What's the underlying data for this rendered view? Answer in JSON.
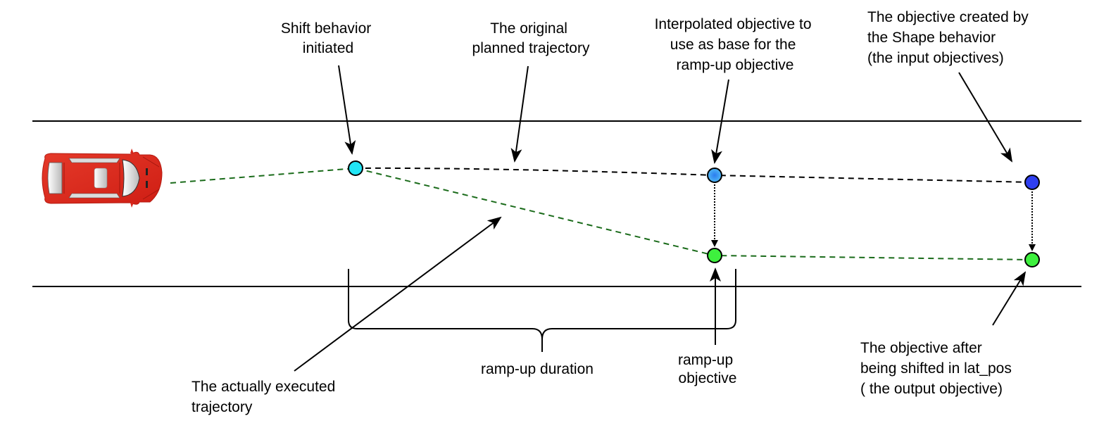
{
  "diagram": {
    "type": "lane-shift-trajectory-diagram",
    "colors": {
      "road_line": "#000000",
      "executed_trajectory": "#1a6b1a",
      "planned_trajectory": "#000000",
      "shift_start_point": "#22e5f5",
      "interpolated_point": "#3aa0f0",
      "shape_objective_point": "#2f3ff0",
      "shifted_point": "#3ef03e",
      "car_body": "#e3281c"
    },
    "labels": {
      "shift_initiated": [
        "Shift behavior",
        "initiated"
      ],
      "original_planned": [
        "The original",
        "planned trajectory"
      ],
      "interpolated": [
        "Interpolated objective to",
        "use as base for the",
        "ramp-up objective"
      ],
      "shape_objective": [
        "The objective created by",
        "the Shape behavior",
        "(the input objectives)"
      ],
      "actually_executed": [
        "The actually executed",
        "trajectory"
      ],
      "ramp_up_duration": [
        "ramp-up duration"
      ],
      "ramp_up_objective": [
        "ramp-up",
        "objective"
      ],
      "output_objective": [
        "The objective after",
        "being shifted in lat_pos",
        "( the output objective)"
      ]
    },
    "icons": {
      "vehicle": "car-top-view-icon"
    }
  }
}
